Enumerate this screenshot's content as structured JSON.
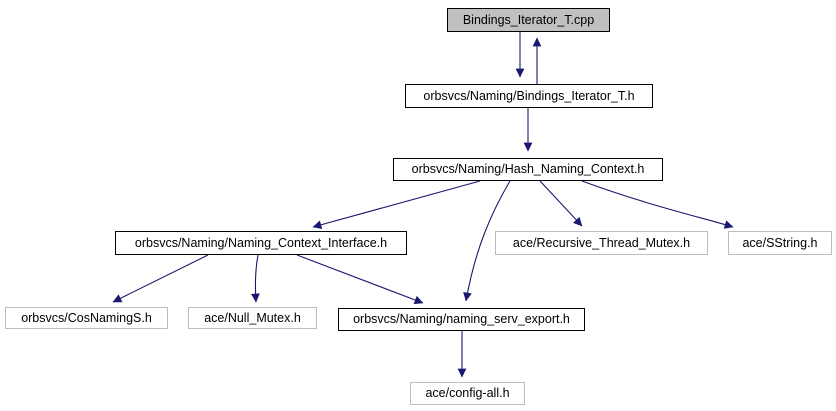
{
  "colors": {
    "background": "#ffffff",
    "edge": "#191970",
    "root_fill": "#c0c0c0",
    "node_fill": "#ffffff",
    "strong_border": "#000000",
    "leaf_border": "#bebebe",
    "text": "#000000"
  },
  "nodes": [
    {
      "id": "cpp",
      "label": "Bindings_Iterator_T.cpp",
      "kind": "root"
    },
    {
      "id": "bit",
      "label": "orbsvcs/Naming/Bindings_Iterator_T.h",
      "kind": "linked"
    },
    {
      "id": "hash",
      "label": "orbsvcs/Naming/Hash_Naming_Context.h",
      "kind": "linked"
    },
    {
      "id": "nci",
      "label": "orbsvcs/Naming/Naming_Context_Interface.h",
      "kind": "linked"
    },
    {
      "id": "rtm",
      "label": "ace/Recursive_Thread_Mutex.h",
      "kind": "leaf"
    },
    {
      "id": "sstring",
      "label": "ace/SString.h",
      "kind": "leaf"
    },
    {
      "id": "cos",
      "label": "orbsvcs/CosNamingS.h",
      "kind": "leaf"
    },
    {
      "id": "null",
      "label": "ace/Null_Mutex.h",
      "kind": "leaf"
    },
    {
      "id": "export",
      "label": "orbsvcs/Naming/naming_serv_export.h",
      "kind": "linked"
    },
    {
      "id": "config",
      "label": "ace/config-all.h",
      "kind": "leaf"
    }
  ],
  "edges": [
    {
      "from": "cpp",
      "to": "bit"
    },
    {
      "from": "bit",
      "to": "cpp"
    },
    {
      "from": "bit",
      "to": "hash"
    },
    {
      "from": "hash",
      "to": "nci"
    },
    {
      "from": "hash",
      "to": "export"
    },
    {
      "from": "hash",
      "to": "rtm"
    },
    {
      "from": "hash",
      "to": "sstring"
    },
    {
      "from": "nci",
      "to": "cos"
    },
    {
      "from": "nci",
      "to": "null"
    },
    {
      "from": "nci",
      "to": "export"
    },
    {
      "from": "export",
      "to": "config"
    }
  ]
}
